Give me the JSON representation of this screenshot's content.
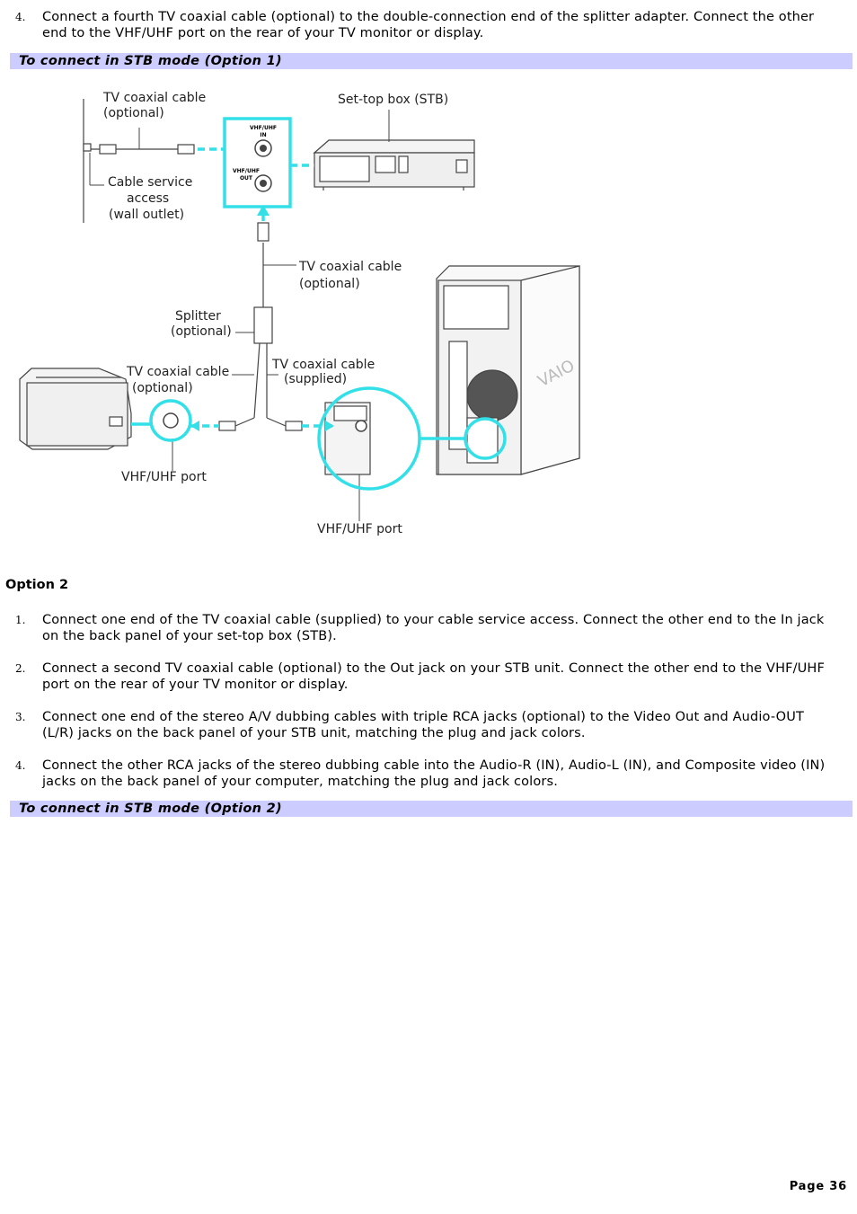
{
  "intro_step": {
    "number": "4.",
    "text": "Connect a fourth TV coaxial cable (optional) to the double-connection end of the splitter adapter. Connect the other end to the VHF/UHF port on the rear of your TV monitor or display."
  },
  "section1": {
    "title": "To connect in STB mode (Option 1)"
  },
  "diagram": {
    "labels": {
      "tv_cable_top_1": "TV coaxial cable",
      "tv_cable_top_2": "(optional)",
      "stb": "Set-top box (STB)",
      "cable_service_1": "Cable service",
      "cable_service_2": "access",
      "cable_service_3": "(wall outlet)",
      "vhf_in_1": "VHF/UHF",
      "vhf_in_2": "IN",
      "vhf_out_1": "VHF/UHF",
      "vhf_out_2": "OUT",
      "tv_cable_mid_1": "TV coaxial cable",
      "tv_cable_mid_2": "(optional)",
      "splitter_1": "Splitter",
      "splitter_2": "(optional)",
      "tv_cable_left_1": "TV coaxial cable",
      "tv_cable_left_2": "(optional)",
      "tv_cable_supplied_1": "TV coaxial cable",
      "tv_cable_supplied_2": "(supplied)",
      "vhf_port_tv": "VHF/UHF port",
      "vhf_port_pc": "VHF/UHF port",
      "brand": "VAIO"
    },
    "accent_color": "#33e0e8"
  },
  "option2": {
    "heading": "Option 2",
    "steps": [
      {
        "number": "1.",
        "text": "Connect one end of the TV coaxial cable (supplied) to your cable service access. Connect the other end to the In jack on the back panel of your set-top box (STB)."
      },
      {
        "number": "2.",
        "text": "Connect a second TV coaxial cable (optional) to the Out jack on your STB unit. Connect the other end to the VHF/UHF port on the rear of your TV monitor or display."
      },
      {
        "number": "3.",
        "text": "Connect one end of the stereo A/V dubbing cables with triple RCA jacks (optional) to the Video Out and Audio-OUT (L/R) jacks on the back panel of your STB unit, matching the plug and jack colors."
      },
      {
        "number": "4.",
        "text": "Connect the other RCA jacks of the stereo dubbing cable into the Audio-R (IN), Audio-L (IN), and Composite video (IN) jacks on the back panel of your computer, matching the plug and jack colors."
      }
    ]
  },
  "section2": {
    "title": "To connect in STB mode (Option 2)"
  },
  "footer": {
    "page": "Page 36"
  }
}
